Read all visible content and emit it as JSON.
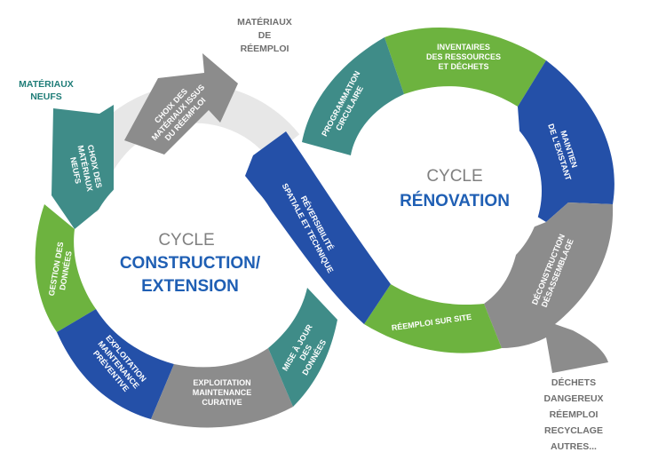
{
  "left_cycle": {
    "line1": "CYCLE",
    "line2": "CONSTRUCTION/",
    "line3": "EXTENSION"
  },
  "right_cycle": {
    "line1": "CYCLE",
    "line2": "RÉNOVATION"
  },
  "external": {
    "materiaux_neufs": [
      "MATÉRIAUX",
      "NEUFS"
    ],
    "materiaux_reemploi": [
      "MATÉRIAUX",
      "DE",
      "RÉEMPLOI"
    ],
    "outputs": [
      "DÉCHETS",
      "DANGEREUX",
      "RÉEMPLOI",
      "RECYCLAGE",
      "AUTRES..."
    ]
  },
  "segments": {
    "choix_reemploi": [
      "CHOIX DES",
      "MATÉRIAUX ISSUS",
      "DU RÉEMPLOI"
    ],
    "choix_neufs": [
      "CHOIX DES",
      "MATÉRIAUX",
      "NEUFS"
    ],
    "gestion_donnees": [
      "GESTION DES",
      "DONNÉES"
    ],
    "exploitation_preventive": [
      "EXPLOITATION",
      "MAINTENANCE",
      "PRÉVENTIVE"
    ],
    "exploitation_curative": [
      "EXPLOITATION",
      "MAINTENANCE",
      "CURATIVE"
    ],
    "mise_a_jour": [
      "MISE À JOUR",
      "DES",
      "DONNÉES"
    ],
    "reversibilite": [
      "RÉVERSIBILITÉ",
      "SPATIALE ET TECHNIQUE"
    ],
    "programmation": [
      "PROGRAMMATION",
      "CIRCULAIRE"
    ],
    "inventaires": [
      "INVENTAIRES",
      "DES RESSOURCES",
      "ET DÉCHETS"
    ],
    "maintien": [
      "MAINTIEN",
      "DE L'EXISTANT"
    ],
    "deconstruction": [
      "DÉCONSTRUCTION",
      "DÉSASSEMBLAGE"
    ],
    "reemploi_site": [
      "RÉEMPLOI SUR SITE"
    ]
  },
  "colors": {
    "green": "#6db33f",
    "teal": "#3f8c88",
    "blue": "#2450a8",
    "gray": "#8c8c8c",
    "ring_light": "#e7e7e7",
    "title_blue": "#1f5fb4",
    "title_gray": "#808080"
  }
}
